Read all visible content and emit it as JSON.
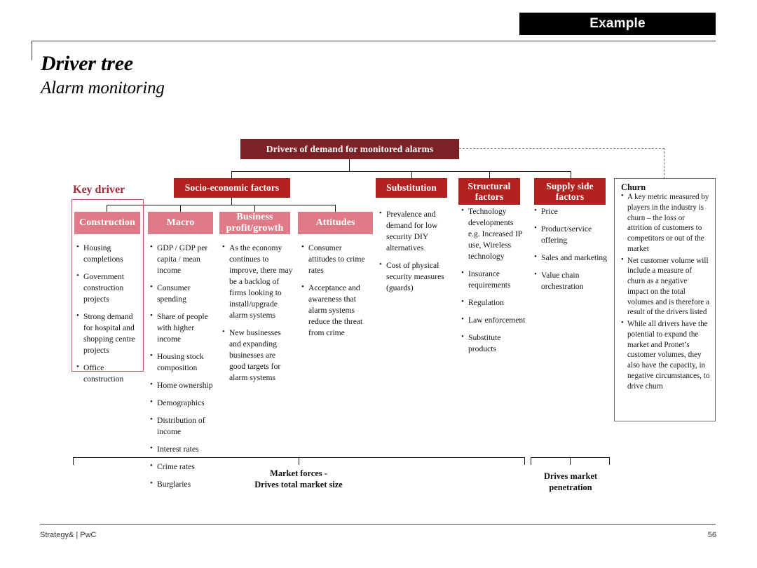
{
  "header": {
    "badge": "Example",
    "title": "Driver tree",
    "subtitle": "Alarm monitoring"
  },
  "diagram": {
    "root_box": "Drivers of demand for monitored alarms",
    "key_driver_label": "Key driver",
    "level2": [
      {
        "label": "Socio-economic factors"
      },
      {
        "label": "Substitution"
      },
      {
        "label": "Structural\nfactors"
      },
      {
        "label": "Supply side\nfactors"
      }
    ],
    "level3": [
      {
        "label": "Construction"
      },
      {
        "label": "Macro"
      },
      {
        "label": "Business\nprofit/growth"
      },
      {
        "label": "Attitudes"
      }
    ],
    "columns": {
      "construction": [
        "Housing completions",
        "Government construction projects",
        "Strong demand for hospital and shopping centre projects",
        "Office construction"
      ],
      "macro": [
        "GDP / GDP per capita / mean income",
        "Consumer spending",
        "Share of people with higher income",
        "Housing stock composition",
        "Home ownership",
        "Demographics",
        "Distribution of income",
        "Interest rates",
        "Crime rates",
        "Burglaries"
      ],
      "business": [
        "As the economy continues to improve, there may be a backlog of firms looking to install/upgrade alarm systems",
        "New businesses and expanding businesses are good targets for alarm systems"
      ],
      "attitudes": [
        "Consumer attitudes to crime rates",
        "Acceptance and awareness that alarm systems reduce the threat from crime"
      ],
      "substitution": [
        "Prevalence and demand for low security DIY alternatives",
        "Cost of physical security measures (guards)"
      ],
      "structural": [
        "Technology developments e.g. Increased IP use, Wireless technology",
        "Insurance requirements",
        "Regulation",
        "Law enforcement",
        "Substitute products"
      ],
      "supply_side": [
        "Price",
        "Product/service offering",
        "Sales and marketing",
        "Value chain orchestration"
      ]
    },
    "churn": {
      "title": "Churn",
      "bullets": [
        "A key metric measured by players in the industry is churn – the loss or attrition of customers to competitors or out of the market",
        "Net customer volume will include a measure of churn as a negative impact on the total volumes and is therefore a result of the drivers listed",
        "While all drivers have the potential to expand the market and Pronet’s customer volumes, they also have the capacity, in negative circumstances, to drive churn"
      ]
    },
    "brackets": [
      {
        "label": "Market forces -\nDrives total market size"
      },
      {
        "label": "Drives market\npenetration"
      }
    ]
  },
  "footer": {
    "left": "Strategy& | PwC",
    "page": "56"
  },
  "colors": {
    "root_box": "#7a2226",
    "level2_box": "#b3211f",
    "level3_box": "#e07a86",
    "key_driver_text": "#9e2a35",
    "badge_bg": "#000000"
  }
}
